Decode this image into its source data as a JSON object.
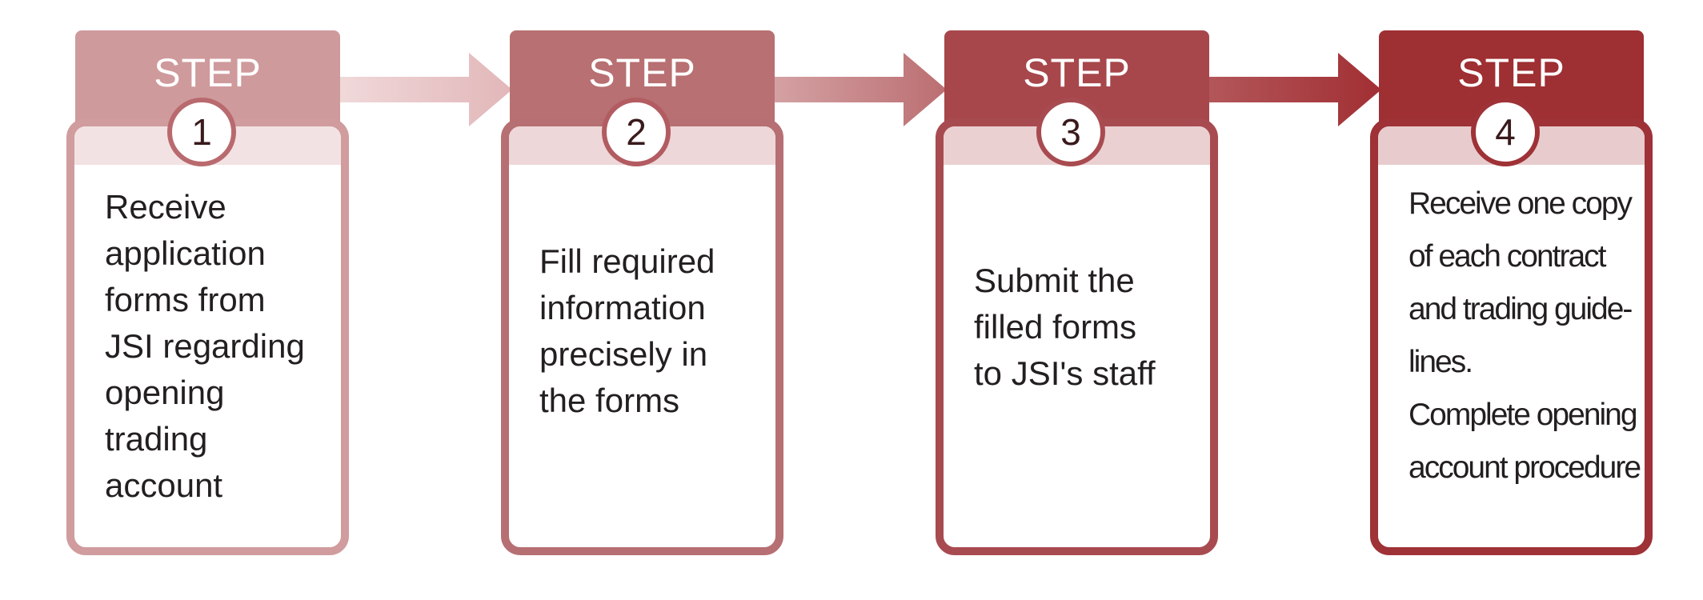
{
  "steps": [
    {
      "header": "STEP",
      "number": "1",
      "text": "Receive\napplication\nforms from\nJSI regarding\nopening\ntrading\naccount"
    },
    {
      "header": "STEP",
      "number": "2",
      "text": "Fill required\ninformation\nprecisely in\nthe forms"
    },
    {
      "header": "STEP",
      "number": "3",
      "text": "Submit the\nfilled forms\nto JSI's staff"
    },
    {
      "header": "STEP",
      "number": "4",
      "text": "Receive one copy\nof each contract\nand trading guide-\nlines.\nComplete opening\naccount procedure"
    }
  ],
  "colors": {
    "step1": "#cf9a9c",
    "step2": "#b87072",
    "step3": "#a7474b",
    "step4": "#9e2f32"
  }
}
